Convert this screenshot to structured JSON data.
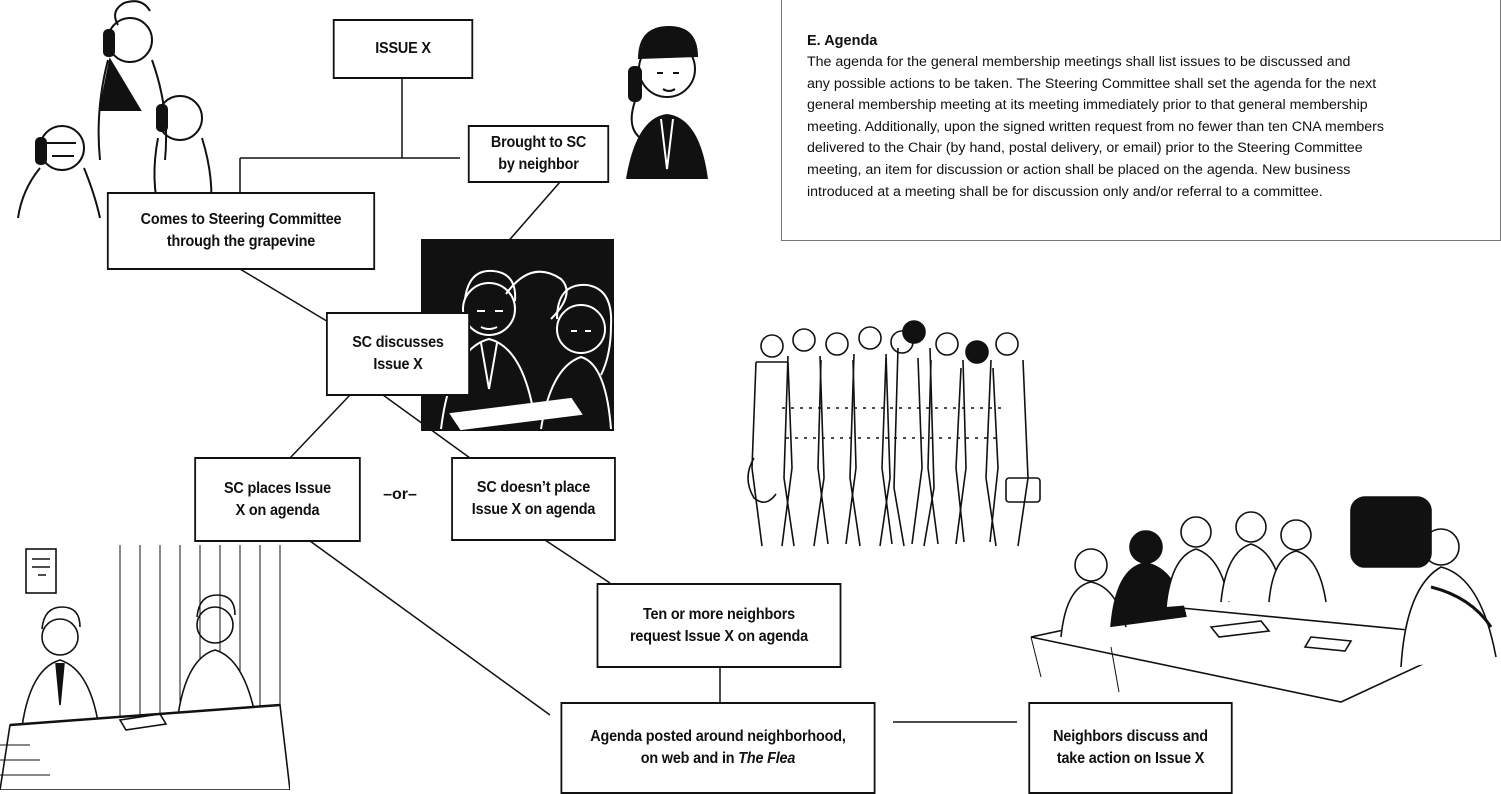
{
  "flowchart": {
    "issue": "ISSUE X",
    "brought": [
      "Brought to SC",
      "by neighbor"
    ],
    "grapevine": [
      "Comes to Steering Committee",
      "through the grapevine"
    ],
    "discusses": [
      "SC discusses",
      "Issue X"
    ],
    "places": [
      "SC places Issue",
      "X on agenda"
    ],
    "or_label": "–or–",
    "not_places": [
      "SC doesn’t place",
      "Issue X on agenda"
    ],
    "ten_neighbors": [
      "Ten or more neighbors",
      "request Issue X on agenda"
    ],
    "posted_line1": "Agenda posted around neighborhood,",
    "posted_line2_prefix": "on web and in ",
    "posted_line2_italic": "The Flea",
    "neighbors_discuss": [
      "Neighbors discuss and",
      "take action on Issue X"
    ]
  },
  "agenda_box": {
    "title": "E. Agenda",
    "lines": [
      "The agenda for the general membership meetings shall list issues to be discussed and",
      "any possible actions to be taken. The Steering Committee shall set the agenda for the next",
      "general membership meeting at its meeting immediately prior to that general membership",
      "meeting. Additionally, upon the signed written request from no fewer than ten CNA members",
      "delivered to the Chair (by hand, postal delivery, or email) prior to the Steering Committee",
      "meeting, an item for discussion or action shall be placed on the agenda. New business",
      "introduced at a meeting shall be for discussion only and/or referral to a committee."
    ]
  },
  "illustrations": [
    "men-on-phones-illustration",
    "man-on-phone-illustration",
    "meeting-discussion-illustration",
    "crowd-of-people-illustration",
    "office-meeting-illustration",
    "conference-table-illustration"
  ]
}
